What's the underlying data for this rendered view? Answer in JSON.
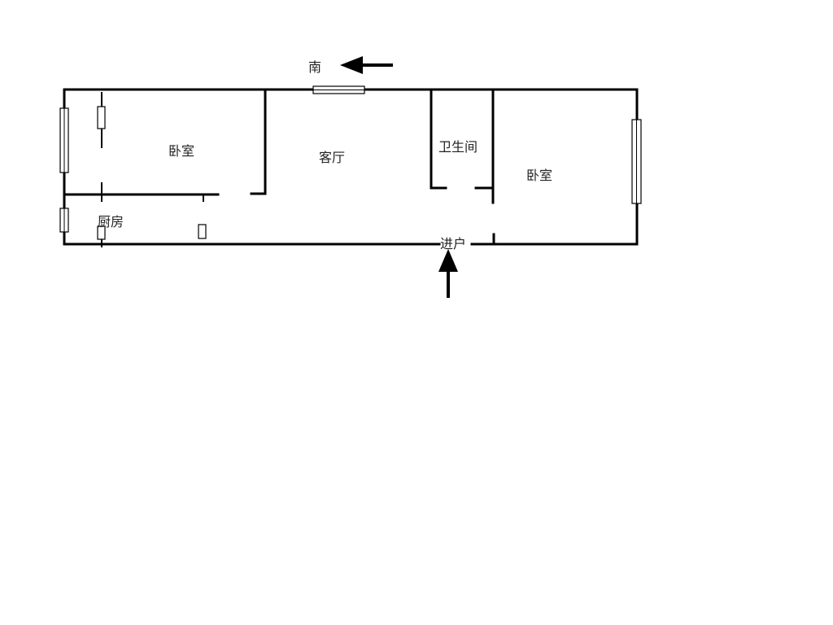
{
  "compass": {
    "label": "南",
    "direction": "left",
    "icon": "arrow-left-icon"
  },
  "rooms": [
    {
      "id": "bedroom-west",
      "label": "卧室"
    },
    {
      "id": "living-room",
      "label": "客厅"
    },
    {
      "id": "bathroom",
      "label": "卫生间"
    },
    {
      "id": "bedroom-east",
      "label": "卧室"
    },
    {
      "id": "kitchen",
      "label": "厨房"
    }
  ],
  "entrance": {
    "label": "进户",
    "icon": "arrow-up-icon"
  },
  "colors": {
    "wall": "#000000",
    "background": "#ffffff",
    "text": "#222222"
  }
}
